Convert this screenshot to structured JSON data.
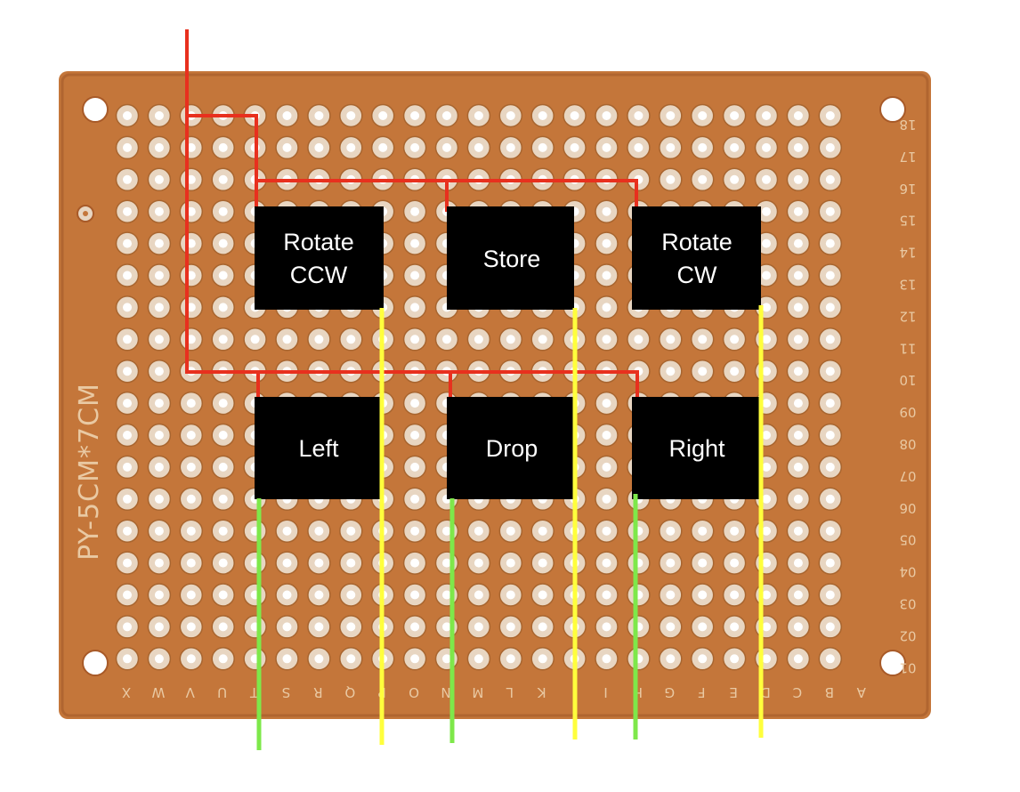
{
  "board": {
    "model_text": "PY-5CM*7CM",
    "row_labels": [
      "18",
      "17",
      "16",
      "15",
      "14",
      "13",
      "12",
      "11",
      "10",
      "09",
      "08",
      "07",
      "06",
      "05",
      "04",
      "03",
      "02",
      "01"
    ],
    "column_labels": [
      "X",
      "W",
      "V",
      "U",
      "T",
      "S",
      "R",
      "Q",
      "P",
      "O",
      "N",
      "M",
      "L",
      "K",
      "J",
      "I",
      "H",
      "G",
      "F",
      "E",
      "D",
      "C",
      "B",
      "A"
    ],
    "colors": {
      "board": "#c4763a",
      "pad": "#e8d6c2",
      "hole": "#ffffff"
    }
  },
  "buttons": [
    {
      "id": "rotate-ccw",
      "lines": [
        "Rotate",
        "CCW"
      ]
    },
    {
      "id": "store",
      "lines": [
        "Store"
      ]
    },
    {
      "id": "rotate-cw",
      "lines": [
        "Rotate",
        "CW"
      ]
    },
    {
      "id": "left",
      "lines": [
        "Left"
      ]
    },
    {
      "id": "drop",
      "lines": [
        "Drop"
      ]
    },
    {
      "id": "right",
      "lines": [
        "Right"
      ]
    }
  ],
  "wire_colors": {
    "common": "#e8301e",
    "signal_a": "#7ee84a",
    "signal_b": "#ffff3c"
  }
}
